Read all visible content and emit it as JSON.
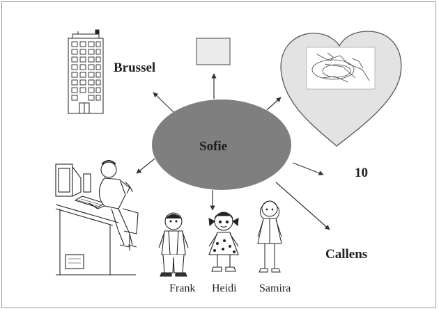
{
  "center": {
    "label": "Sofie"
  },
  "labels": {
    "city": "Brussel",
    "number": "10",
    "surname": "Callens"
  },
  "children": [
    {
      "name": "Frank"
    },
    {
      "name": "Heidi"
    },
    {
      "name": "Samira"
    }
  ],
  "icons": [
    "building-icon",
    "empty-square-icon",
    "heart-icon",
    "computer-user-icon",
    "child-boy-icon",
    "child-girl-pigtails-icon",
    "child-girl-dress-icon"
  ],
  "colors": {
    "ellipse_fill": "#7f7f7f",
    "heart_fill": "#e3e3e3",
    "line": "#333333",
    "frame": "#9a9a9a"
  }
}
